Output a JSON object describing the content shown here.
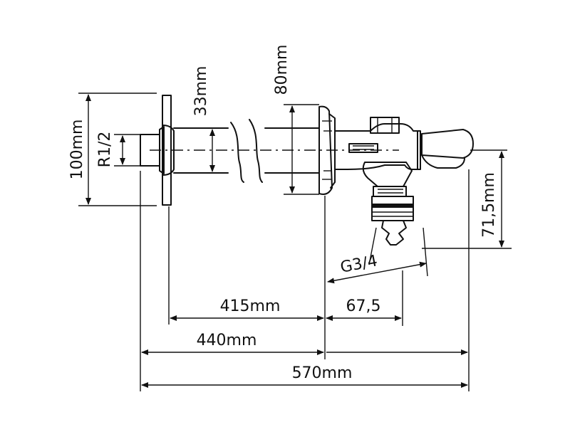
{
  "dimensions": {
    "height_100": "100mm",
    "thread_r12": "R1/2",
    "dia_33": "33mm",
    "dia_80": "80mm",
    "drop_715": "71,5mm",
    "thread_g34": "G3/4",
    "len_415": "415mm",
    "len_675": "67,5",
    "len_440": "440mm",
    "len_570": "570mm"
  },
  "colors": {
    "line": "#111111",
    "background": "#ffffff"
  }
}
